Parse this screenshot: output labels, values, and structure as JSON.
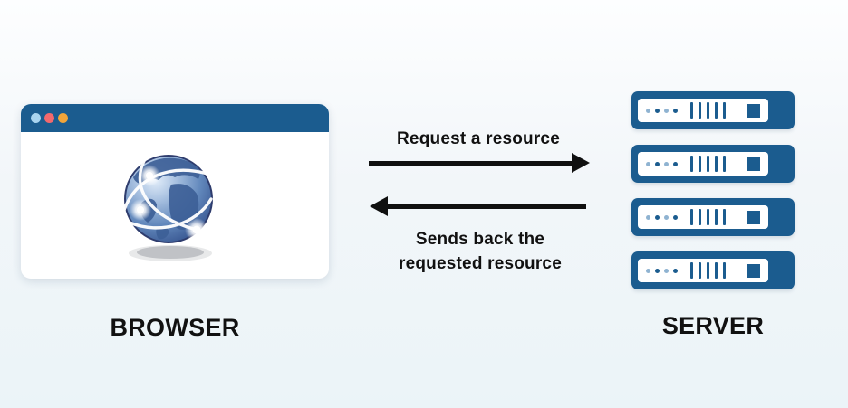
{
  "colors": {
    "accent": "#1b5c8f",
    "titlebar_dot_blue": "#a9d4ef",
    "titlebar_dot_red": "#f4696d",
    "titlebar_dot_yellow": "#f1a53a",
    "server_dot_light": "#8fb3d1",
    "arrow": "#101010",
    "label_text": "#111111",
    "window_body": "#ffffff",
    "bg_top": "#fdfeff",
    "bg_mid": "#f2f6f9",
    "bg_bottom": "#ebf4f8"
  },
  "browser": {
    "label": "BROWSER",
    "icon": "globe-icon",
    "titlebar_dots": [
      "blue",
      "red",
      "yellow"
    ]
  },
  "server": {
    "label": "SERVER",
    "unit_count": 4,
    "unit_dot_pattern": [
      "light",
      "dark",
      "light",
      "dark"
    ],
    "unit_slit_count": 5
  },
  "flows": {
    "request": {
      "label": "Request a resource",
      "direction": "browser-to-server"
    },
    "response": {
      "label_line1": "Sends back the",
      "label_line2": "requested resource",
      "direction": "server-to-browser"
    }
  }
}
